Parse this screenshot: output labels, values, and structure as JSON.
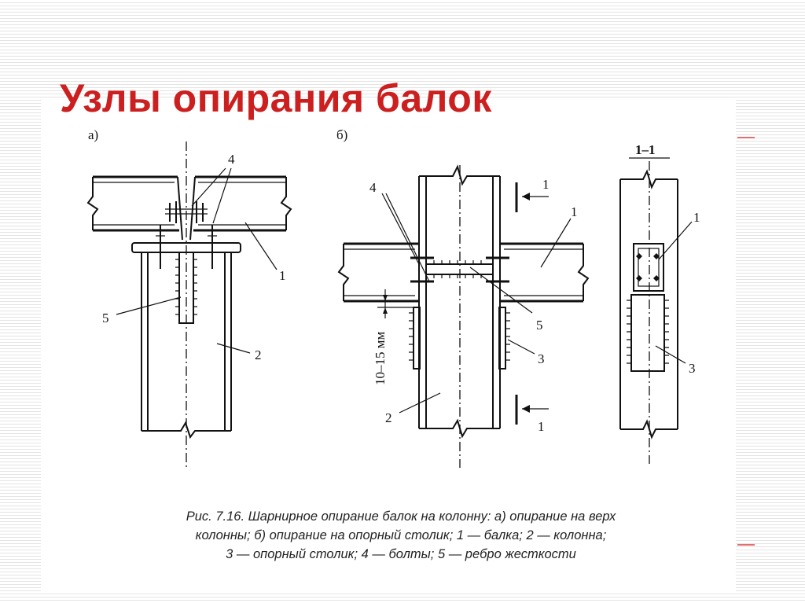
{
  "title": "Узлы опирания балок",
  "diagram": {
    "view_a_label": "а)",
    "view_b_label": "б)",
    "section_label": "1–1",
    "dimension_label": "10–15 мм",
    "callout_1": "1",
    "callout_2": "2",
    "callout_3": "3",
    "callout_4": "4",
    "callout_5": "5",
    "section_mark": "1"
  },
  "caption": {
    "line1": "Рис. 7.16. Шарнирное опирание балок на колонну: а) опирание на верх",
    "line2": "колонны; б) опирание на опорный столик; 1 — балка; 2 — колонна;",
    "line3": "3 — опорный столик; 4 — болты; 5 — ребро жесткости"
  },
  "colors": {
    "title": "#cc1f1f",
    "accent": "#e07070",
    "stroke": "#111111"
  }
}
